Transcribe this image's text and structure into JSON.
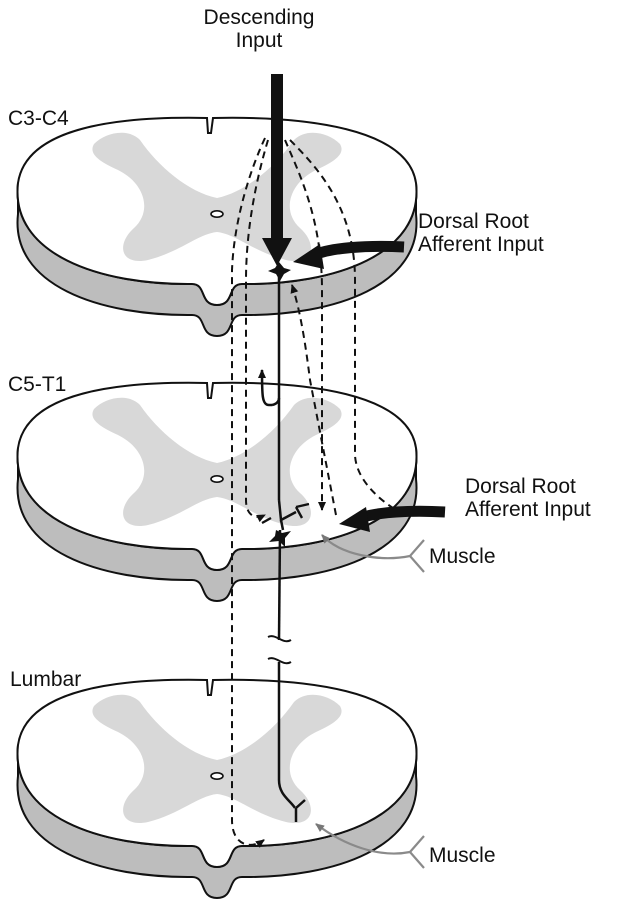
{
  "labels": {
    "descending_input_line1": "Descending",
    "descending_input_line2": "Input",
    "segment_c3_c4": "C3-C4",
    "segment_c5_t1": "C5-T1",
    "segment_lumbar": "Lumbar",
    "dorsal_root_top_line1": "Dorsal Root",
    "dorsal_root_top_line2": "Afferent Input",
    "dorsal_root_mid_line1": "Dorsal Root",
    "dorsal_root_mid_line2": "Afferent Input",
    "muscle_mid": "Muscle",
    "muscle_bottom": "Muscle"
  },
  "colors": {
    "outline": "#111111",
    "slab_side": "#bdbdbd",
    "grey_matter": "#d8d8d8",
    "background": "#ffffff",
    "muscle_nerve": "#8a8a8a"
  }
}
